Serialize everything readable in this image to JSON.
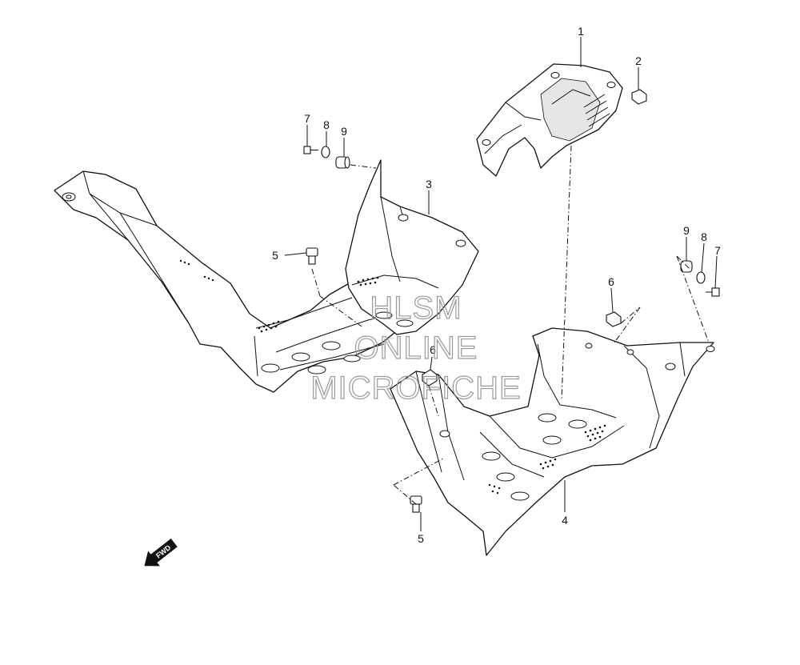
{
  "callouts": {
    "c1": "1",
    "c2": "2",
    "c3": "3",
    "c4": "4",
    "c5a": "5",
    "c5b": "5",
    "c6a": "6",
    "c6b": "6",
    "c7a": "7",
    "c7b": "7",
    "c8a": "8",
    "c8b": "8",
    "c9a": "9",
    "c9b": "9"
  },
  "watermark": {
    "line1": "HLSM",
    "line2": "ONLINE",
    "line3": "MICROFICHE"
  },
  "direction_badge": {
    "label": "FWD"
  }
}
